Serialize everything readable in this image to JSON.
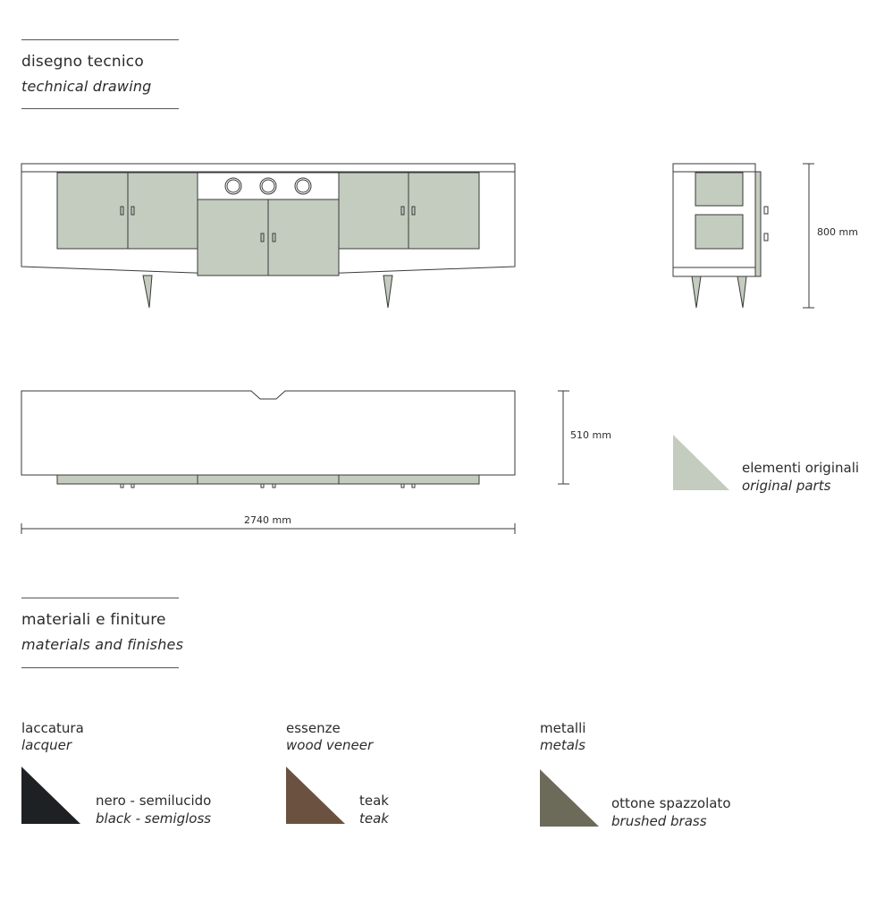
{
  "drawing_section": {
    "title_it": "disegno tecnico",
    "title_en": "technical drawing",
    "dim_height": "800 mm",
    "dim_depth": "510 mm",
    "dim_width": "2740 mm"
  },
  "legend": {
    "label_it": "elementi originali",
    "label_en": "original parts",
    "color": "#c3ccbe"
  },
  "materials_section": {
    "title_it": "materiali e finiture",
    "title_en": "materials and finishes",
    "items": [
      {
        "category_it": "laccatura",
        "category_en": "lacquer",
        "finish_it": "nero - semilucido",
        "finish_en": "black - semigloss",
        "color": "#1e2124"
      },
      {
        "category_it": "essenze",
        "category_en": "wood veneer",
        "finish_it": "teak",
        "finish_en": "teak",
        "color": "#6b5140"
      },
      {
        "category_it": "metalli",
        "category_en": "metals",
        "finish_it": "ottone spazzolato",
        "finish_en": "brushed brass",
        "color": "#6c6a58"
      }
    ]
  },
  "colors": {
    "line": "#3a3a3a",
    "panel": "#c3ccbe"
  }
}
